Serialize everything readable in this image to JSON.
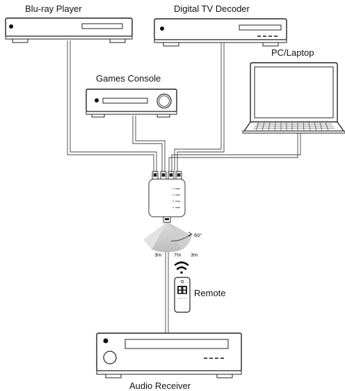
{
  "devices": {
    "bluray": {
      "label": "Blu-ray Player"
    },
    "tv_decoder": {
      "label": "Digital TV Decoder"
    },
    "games_console": {
      "label": "Games Console"
    },
    "pc_laptop": {
      "label": "PC/Laptop"
    },
    "remote": {
      "label": "Remote"
    },
    "audio_receiver": {
      "label": "Audio Receiver"
    }
  },
  "ir_range": {
    "angle_label": "60°",
    "left_label": "3m",
    "center_label": "7m",
    "right_label": "3m"
  }
}
